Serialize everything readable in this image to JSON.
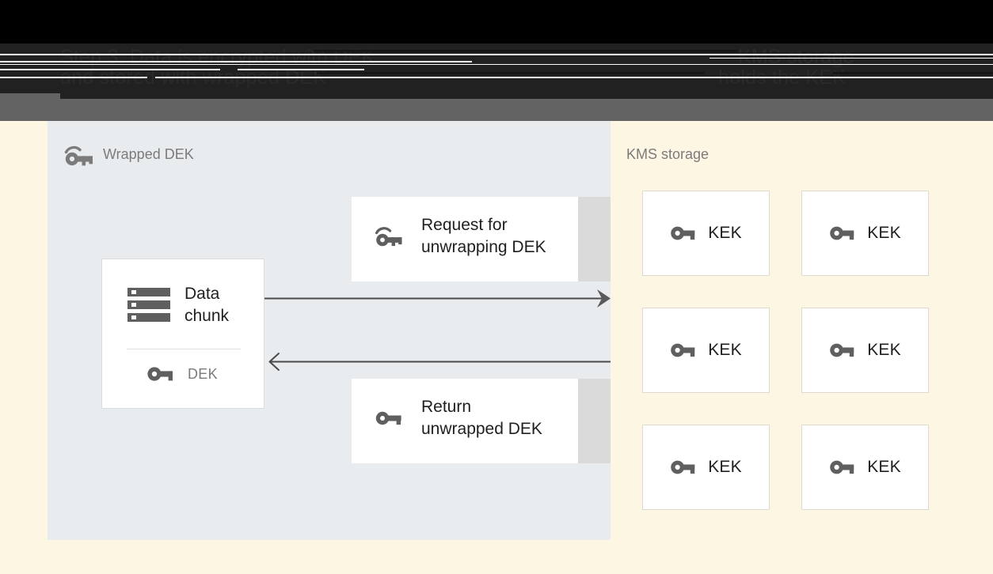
{
  "window": {
    "obscured_heading_line1": "Step 3. Data is encrypted with DEK",
    "obscured_heading_line2": "and stored with wrapped DEK",
    "obscured_heading_right1": "KMS storage",
    "obscured_heading_right2": "holds the KEK"
  },
  "colors": {
    "stage_background": "#fdf6e3",
    "left_panel": "#e8ecef",
    "card_white": "#ffffff",
    "card_border": "#dedad0",
    "strip_gray": "#dadada",
    "text_dark": "#1f1f1f",
    "text_muted": "#7b7b7b",
    "icon_gray": "#5f5f5f",
    "arrow": "#4a4a4a",
    "chrome_black": "#000000",
    "chrome_dark": "#212121",
    "chrome_gray": "#636363"
  },
  "left_panel": {
    "title": "Wrapped DEK",
    "title_icon": "wrapped-key-icon",
    "data_card": {
      "icon": "data-chunk-icon",
      "label": "Data\nchunk",
      "key_icon": "key-icon",
      "key_label": "DEK"
    },
    "messages": [
      {
        "icon": "wrapped-key-icon",
        "label": "Request for\nunwrapping DEK"
      },
      {
        "icon": "key-icon",
        "label": "Return\nunwrapped DEK"
      }
    ],
    "arrows": [
      {
        "name": "request-arrow",
        "direction": "right"
      },
      {
        "name": "return-arrow",
        "direction": "left"
      }
    ]
  },
  "right_panel": {
    "title": "KMS storage",
    "keys": [
      {
        "icon": "key-icon",
        "label": "KEK"
      },
      {
        "icon": "key-icon",
        "label": "KEK"
      },
      {
        "icon": "key-icon",
        "label": "KEK"
      },
      {
        "icon": "key-icon",
        "label": "KEK"
      },
      {
        "icon": "key-icon",
        "label": "KEK"
      },
      {
        "icon": "key-icon",
        "label": "KEK"
      }
    ]
  }
}
